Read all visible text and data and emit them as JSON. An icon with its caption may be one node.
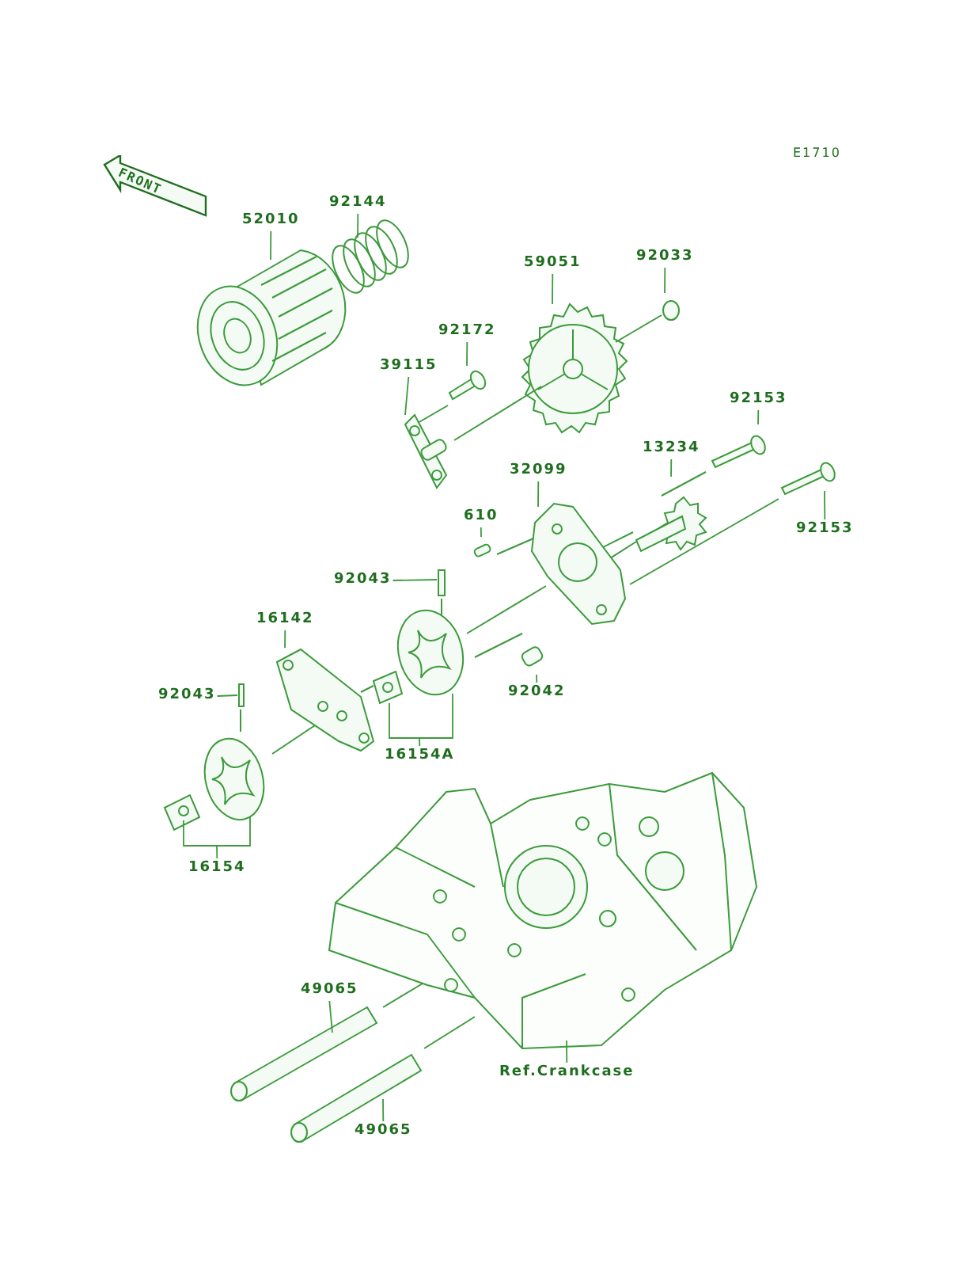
{
  "diagram": {
    "nodes": [
      {
        "text": [
          "FRONT"
        ]
      },
      {
        "text": [
          "52010"
        ]
      },
      {
        "text": [
          "92144"
        ]
      },
      {
        "text": [
          "59051"
        ]
      },
      {
        "text": [
          "92033"
        ]
      },
      {
        "text": [
          "92172"
        ]
      },
      {
        "text": [
          "39115"
        ]
      },
      {
        "text": [
          "92153"
        ]
      },
      {
        "text": [
          "13234"
        ]
      },
      {
        "text": [
          "32099"
        ]
      },
      {
        "text": [
          "610"
        ]
      },
      {
        "text": [
          "92153"
        ]
      },
      {
        "text": [
          "92043"
        ]
      },
      {
        "text": [
          "92042"
        ]
      },
      {
        "text": [
          "16142"
        ]
      },
      {
        "text": [
          "92043"
        ]
      },
      {
        "text": [
          "16154A"
        ]
      },
      {
        "text": [
          "16154"
        ]
      },
      {
        "text": [
          "49065"
        ]
      },
      {
        "text": [
          "49065"
        ]
      },
      {
        "text": [
          "Ref.Crankcase"
        ]
      }
    ],
    "edges": [
      {
        "from": 1,
        "to": null,
        "arrow": "none"
      },
      {
        "from": 2,
        "to": null,
        "arrow": "none"
      },
      {
        "from": 3,
        "to": null,
        "arrow": "none"
      },
      {
        "from": 4,
        "to": null,
        "arrow": "none"
      },
      {
        "from": 5,
        "to": null,
        "arrow": "none"
      },
      {
        "from": 6,
        "to": null,
        "arrow": "none"
      },
      {
        "from": 7,
        "to": null,
        "arrow": "none"
      },
      {
        "from": 8,
        "to": null,
        "arrow": "none"
      },
      {
        "from": 9,
        "to": null,
        "arrow": "none"
      },
      {
        "from": 10,
        "to": null,
        "arrow": "none"
      },
      {
        "from": 11,
        "to": null,
        "arrow": "none"
      },
      {
        "from": 12,
        "to": null,
        "arrow": "none"
      },
      {
        "from": 13,
        "to": null,
        "arrow": "none"
      },
      {
        "from": 14,
        "to": null,
        "arrow": "none"
      },
      {
        "from": 15,
        "to": null,
        "arrow": "none"
      },
      {
        "from": 16,
        "to": null,
        "arrow": "none"
      },
      {
        "from": 17,
        "to": null,
        "arrow": "none"
      },
      {
        "from": 18,
        "to": null,
        "arrow": "none"
      },
      {
        "from": 19,
        "to": null,
        "arrow": "none"
      },
      {
        "from": 20,
        "to": null,
        "arrow": "none"
      }
    ],
    "labels": [
      "E1710"
    ]
  }
}
